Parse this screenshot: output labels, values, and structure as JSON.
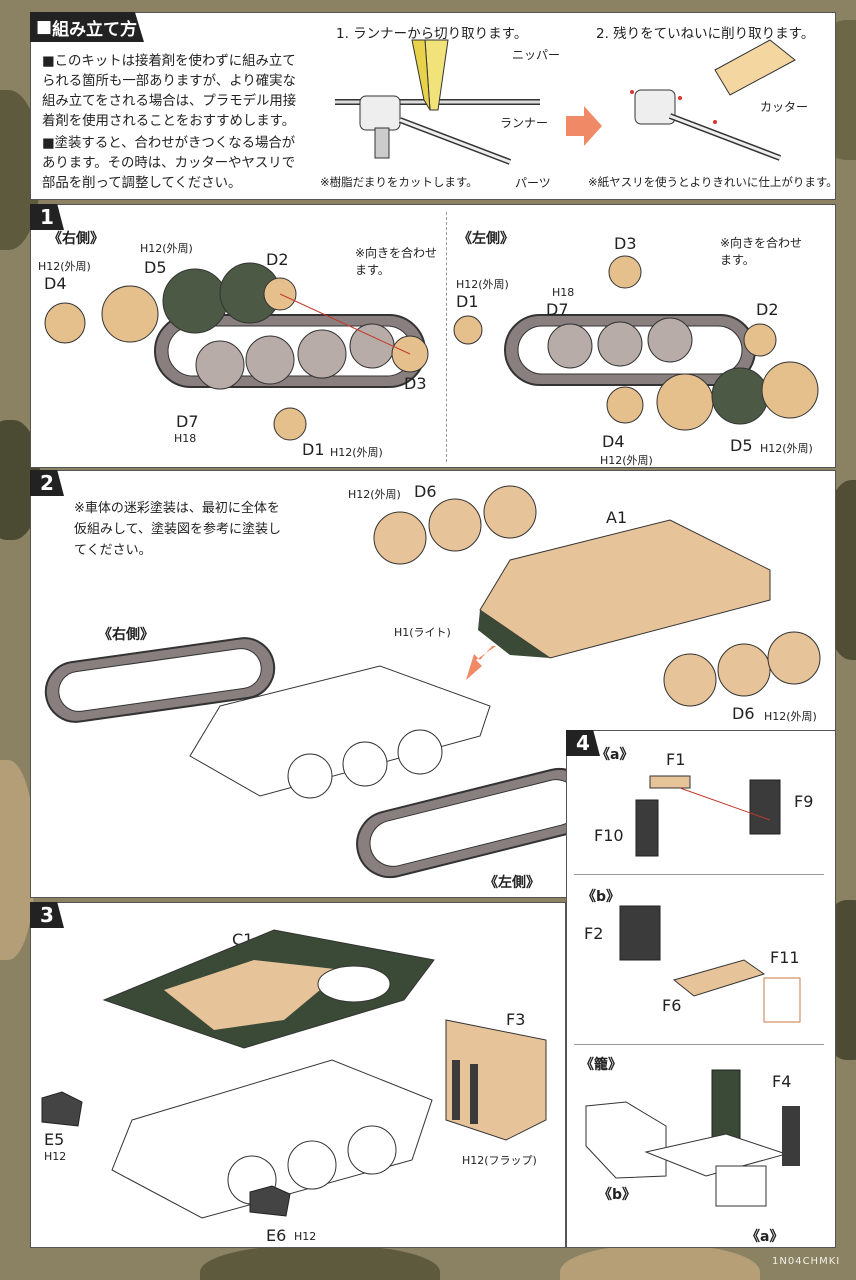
{
  "header": {
    "title": "組み立て方"
  },
  "intro": {
    "p1": "■このキットは接着剤を使わずに組み立てられる箇所も一部ありますが、より確実な組み立てをされる場合は、プラモデル用接着剤を使用されることをおすすめします。",
    "p2": "■塗装すると、合わせがきつくなる場合があります。その時は、カッターやヤスリで部品を削って調整してください。"
  },
  "how_to": {
    "step1_title": "1. ランナーから切り取ります。",
    "step2_title": "2. 残りをていねいに削り取ります。",
    "nipper": "ニッパー",
    "runner": "ランナー",
    "parts": "パーツ",
    "cutter": "カッター",
    "note1": "※樹脂だまりをカットします。",
    "note2": "※紙ヤスリを使うとよりきれいに仕上がります。"
  },
  "step1": {
    "num": "1",
    "right": "《右側》",
    "left": "《左側》",
    "orient_note": "※向きを合わせます。",
    "h12_outer": "H12(外周)",
    "h18": "H18",
    "parts": [
      "D1",
      "D2",
      "D3",
      "D4",
      "D5",
      "D7"
    ]
  },
  "step2": {
    "num": "2",
    "note": "※車体の迷彩塗装は、最初に全体を仮組みして、塗装図を参考に塗装してください。",
    "h12_outer": "H12(外周)",
    "light": "H1(ライト)",
    "right": "《右側》",
    "left": "《左側》",
    "parts": [
      "A1",
      "D6"
    ]
  },
  "step3": {
    "num": "3",
    "flap": "H12(フラップ)",
    "h12": "H12",
    "parts": [
      "C1",
      "F3",
      "E5",
      "E6"
    ]
  },
  "step4": {
    "num": "4",
    "a": "《a》",
    "b": "《b》",
    "cage": "《籠》",
    "parts": [
      "F1",
      "F9",
      "F10",
      "F2",
      "F6",
      "F11",
      "F4"
    ]
  },
  "footer": {
    "code": "1N04CHMKI"
  },
  "colors": {
    "tan": "#e7c39a",
    "olive": "#3b4a36",
    "rust": "#c03a2b",
    "dark": "#222222"
  }
}
